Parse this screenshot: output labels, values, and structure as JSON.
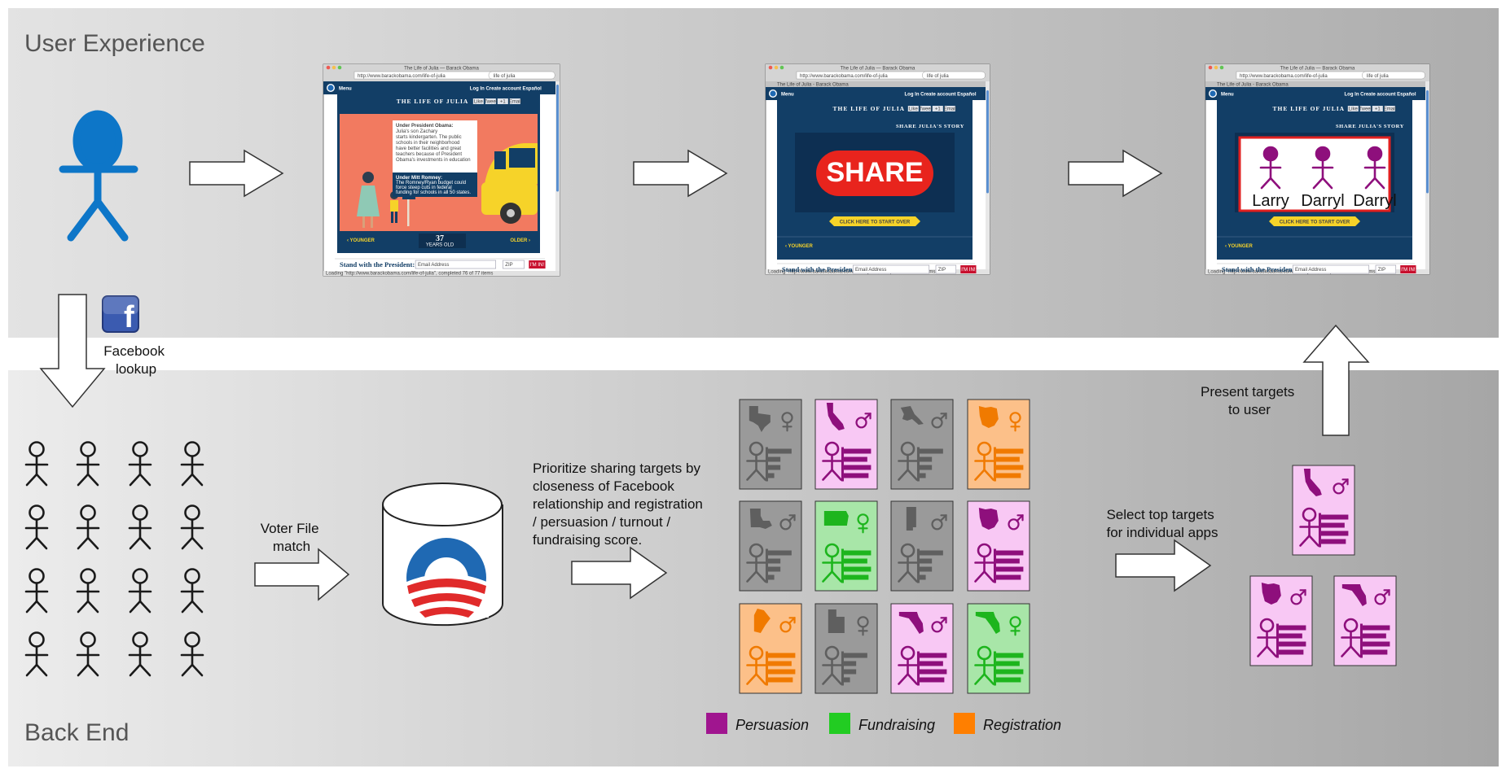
{
  "sections": {
    "top_title": "User Experience",
    "bottom_title": "Back End"
  },
  "labels": {
    "facebook_lookup": [
      "Facebook",
      "lookup"
    ],
    "voter_file": [
      "Voter File",
      "match"
    ],
    "prioritize": [
      "Prioritize sharing targets by",
      "closeness of Facebook",
      "relationship and registration",
      "/ persuasion / turnout /",
      "fundraising score."
    ],
    "select_top": [
      "Select top targets",
      "for individual apps"
    ],
    "present": [
      "Present targets",
      "to user"
    ]
  },
  "browser": {
    "window_title": "The Life of Julia — Barack Obama",
    "url": "http://www.barackobama.com/life-of-julia",
    "search": "life of julia",
    "tab": "The Life of Julia - Barack Obama",
    "nav_menu": "Menu",
    "nav_links": [
      "Log In",
      "Create account",
      "Español"
    ],
    "status": "Loading \"http://www.barackobama.com/life-of-julia\", completed 76 of 77 items"
  },
  "julia_site": {
    "heading": "THE LIFE OF JULIA",
    "share_heading": "SHARE JULIA'S STORY",
    "share_button": "SHARE",
    "start_over": "CLICK HERE TO START OVER",
    "younger": "YOUNGER",
    "older": "OLDER",
    "age": "37",
    "age_unit": "YEARS OLD",
    "obama_title": "Under President Obama:",
    "obama_text": "Julia's son Zachary starts kindergarten. The public schools in their neighborhood have better facilities and great teachers because of President Obama's investments in education and programs like Race to the Top.",
    "romney_title": "Under Mitt Romney:",
    "romney_text": "The Romney/Ryan budget could force steep cuts in federal funding for schools in all 50 states.",
    "stand": "Stand with the President:",
    "email_placeholder": "Email Address",
    "zip_placeholder": "ZIP",
    "submit": "I'M IN!",
    "share_buttons": [
      "Like",
      "Tweet",
      "+1",
      "Email"
    ]
  },
  "targets": [
    "Larry",
    "Darryl",
    "Darryl"
  ],
  "legend": [
    {
      "label": "Persuasion",
      "color": "#a0158f"
    },
    {
      "label": "Fundraising",
      "color": "#22cc22"
    },
    {
      "label": "Registration",
      "color": "#ff7f00"
    }
  ],
  "colors": {
    "persuasion_fill": "#f8c8f4",
    "persuasion_stroke": "#8e0f7c",
    "fundraising_fill": "#a8e6a8",
    "fundraising_stroke": "#1db51d",
    "registration_fill": "#fcc089",
    "registration_stroke": "#f07a00",
    "neutral_fill": "#9a9a9a",
    "neutral_stroke": "#5f5f5f",
    "stick_figure_blue": "#0d76c8",
    "julia_navy": "#123e66",
    "share_red": "#e8241d",
    "julia_salmon": "#f27a60"
  },
  "cards": [
    {
      "category": "none",
      "state": "texas",
      "gender": "female"
    },
    {
      "category": "persuasion",
      "state": "california",
      "gender": "male"
    },
    {
      "category": "none",
      "state": "alaska",
      "gender": "male"
    },
    {
      "category": "registration",
      "state": "ohio",
      "gender": "female"
    },
    {
      "category": "none",
      "state": "louisiana",
      "gender": "male"
    },
    {
      "category": "fundraising",
      "state": "pennsylvania",
      "gender": "female"
    },
    {
      "category": "none",
      "state": "mississippi",
      "gender": "male"
    },
    {
      "category": "persuasion",
      "state": "ohio",
      "gender": "male"
    },
    {
      "category": "registration",
      "state": "maine",
      "gender": "male"
    },
    {
      "category": "none",
      "state": "utah",
      "gender": "female"
    },
    {
      "category": "persuasion",
      "state": "florida",
      "gender": "male"
    },
    {
      "category": "fundraising",
      "state": "florida",
      "gender": "female"
    }
  ],
  "selected_cards": [
    {
      "category": "persuasion",
      "state": "california",
      "gender": "male"
    },
    {
      "category": "persuasion",
      "state": "ohio",
      "gender": "male"
    },
    {
      "category": "persuasion",
      "state": "florida",
      "gender": "male"
    }
  ],
  "icons": {
    "facebook": "facebook-logo-icon",
    "database": "database-cylinder-icon",
    "obama_logo": "obama-logo-icon",
    "user": "stick-figure-icon"
  }
}
